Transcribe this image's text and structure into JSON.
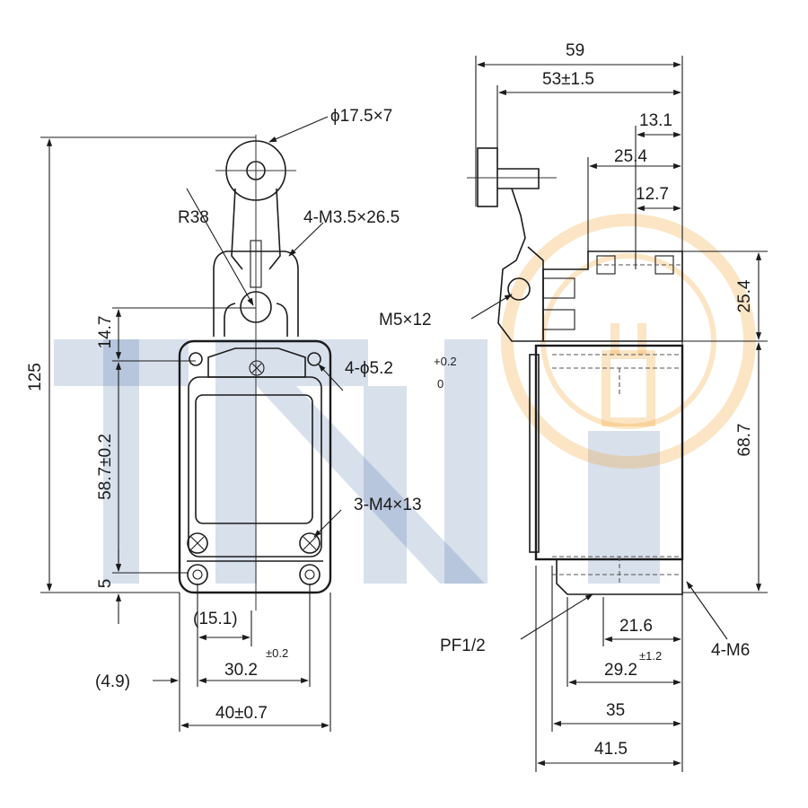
{
  "watermark": {
    "brand_colors": {
      "blue": "#0f3f86",
      "orange": "#f0a030"
    }
  },
  "front_view": {
    "roller_label": "ϕ17.5×7",
    "radius_label": "R38",
    "screws_top_label": "4-M3.5×26.5",
    "holes_label": "4-ϕ5.2",
    "holes_tol_upper": "+0.2",
    "holes_tol_lower": "0",
    "screws_bottom_label": "3-M4×13",
    "dim_height_total": "125",
    "dim_14_7": "14.7",
    "dim_58_7": "58.7±0.2",
    "dim_5": "5",
    "dim_15_1": "(15.1)",
    "dim_30_2": "30.2",
    "dim_30_2_tol": "±0.2",
    "dim_4_9": "(4.9)",
    "dim_40": "40±0.7"
  },
  "side_view": {
    "dim_59": "59",
    "dim_53": "53±1.5",
    "dim_13_1": "13.1",
    "dim_25_4_top": "25.4",
    "dim_12_7": "12.7",
    "dim_25_4_right": "25.4",
    "dim_68_7": "68.7",
    "m5_label": "M5×12",
    "pf_label": "PF1/2",
    "m6_label": "4-M6",
    "dim_21_6": "21.6",
    "dim_29_2": "29.2",
    "dim_29_2_tol": "±1.2",
    "dim_35": "35",
    "dim_41_5": "41.5"
  }
}
